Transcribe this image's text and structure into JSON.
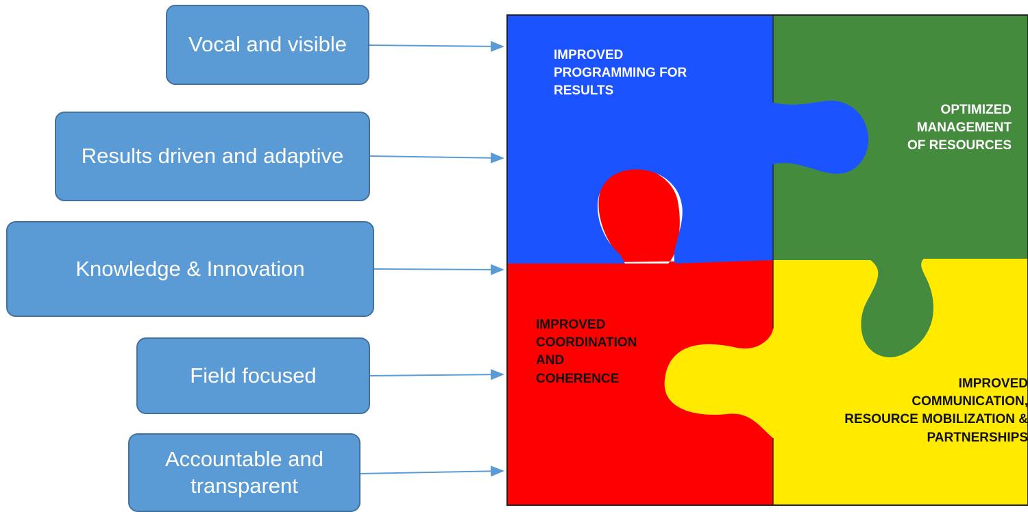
{
  "left_boxes": [
    {
      "text": "Vocal and visible"
    },
    {
      "text": "Results driven and adaptive"
    },
    {
      "text": "Knowledge & Innovation"
    },
    {
      "text": "Field focused"
    },
    {
      "text": "Accountable and\ntransparent"
    }
  ],
  "puzzle": {
    "blue": {
      "label": "IMPROVED\nPROGRAMMING FOR\nRESULTS",
      "color": "#1a53ff"
    },
    "green": {
      "label": "OPTIMIZED\nMANAGEMENT\nOF RESOURCES",
      "color": "#458b3e"
    },
    "red": {
      "label": "IMPROVED\nCOORDINATION\nAND\nCOHERENCE",
      "color": "#ff0000"
    },
    "yellow": {
      "label": "IMPROVED\nCOMMUNICATION,\nRESOURCE MOBILIZATION &\nPARTNERSHIPS",
      "color": "#ffea00"
    }
  },
  "colors": {
    "box_fill": "#5b9bd5",
    "box_border": "#41719c",
    "arrow": "#5b9bd5"
  }
}
